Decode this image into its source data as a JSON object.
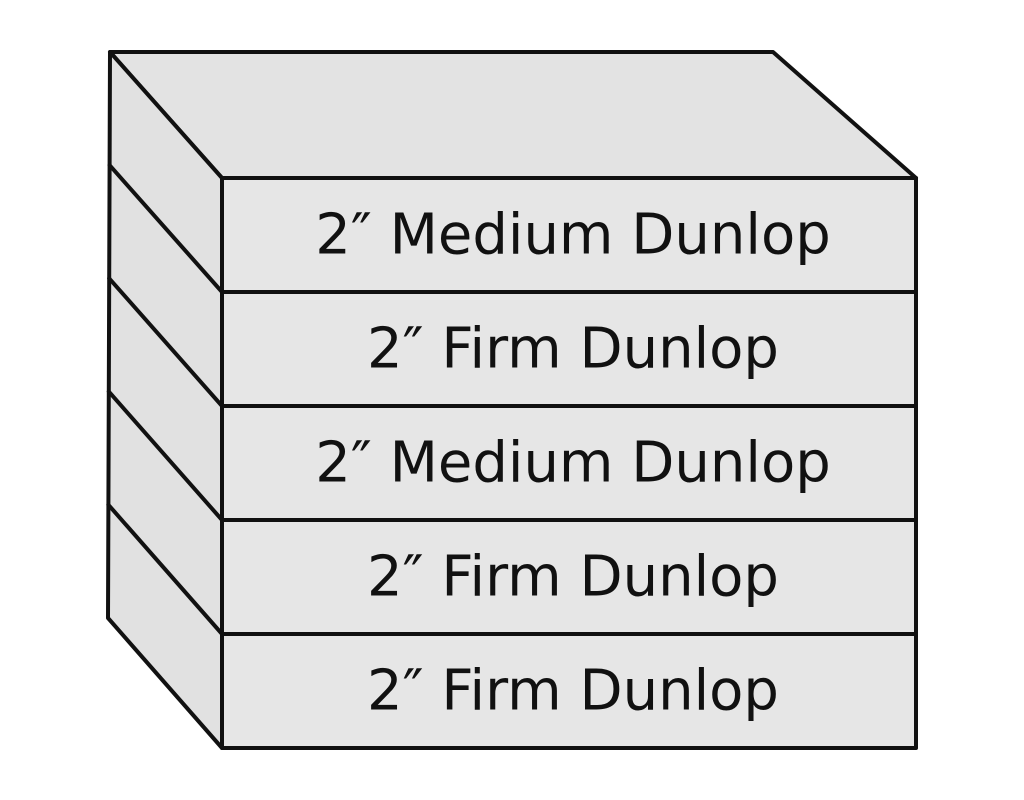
{
  "diagram": {
    "layers": [
      {
        "label": "2″ Medium Dunlop"
      },
      {
        "label": "2″ Firm Dunlop"
      },
      {
        "label": "2″ Medium Dunlop"
      },
      {
        "label": "2″ Firm Dunlop"
      },
      {
        "label": "2″ Firm Dunlop"
      }
    ],
    "colors": {
      "fill": "#e6e6e6",
      "outline": "#111111",
      "text": "#111111"
    }
  }
}
